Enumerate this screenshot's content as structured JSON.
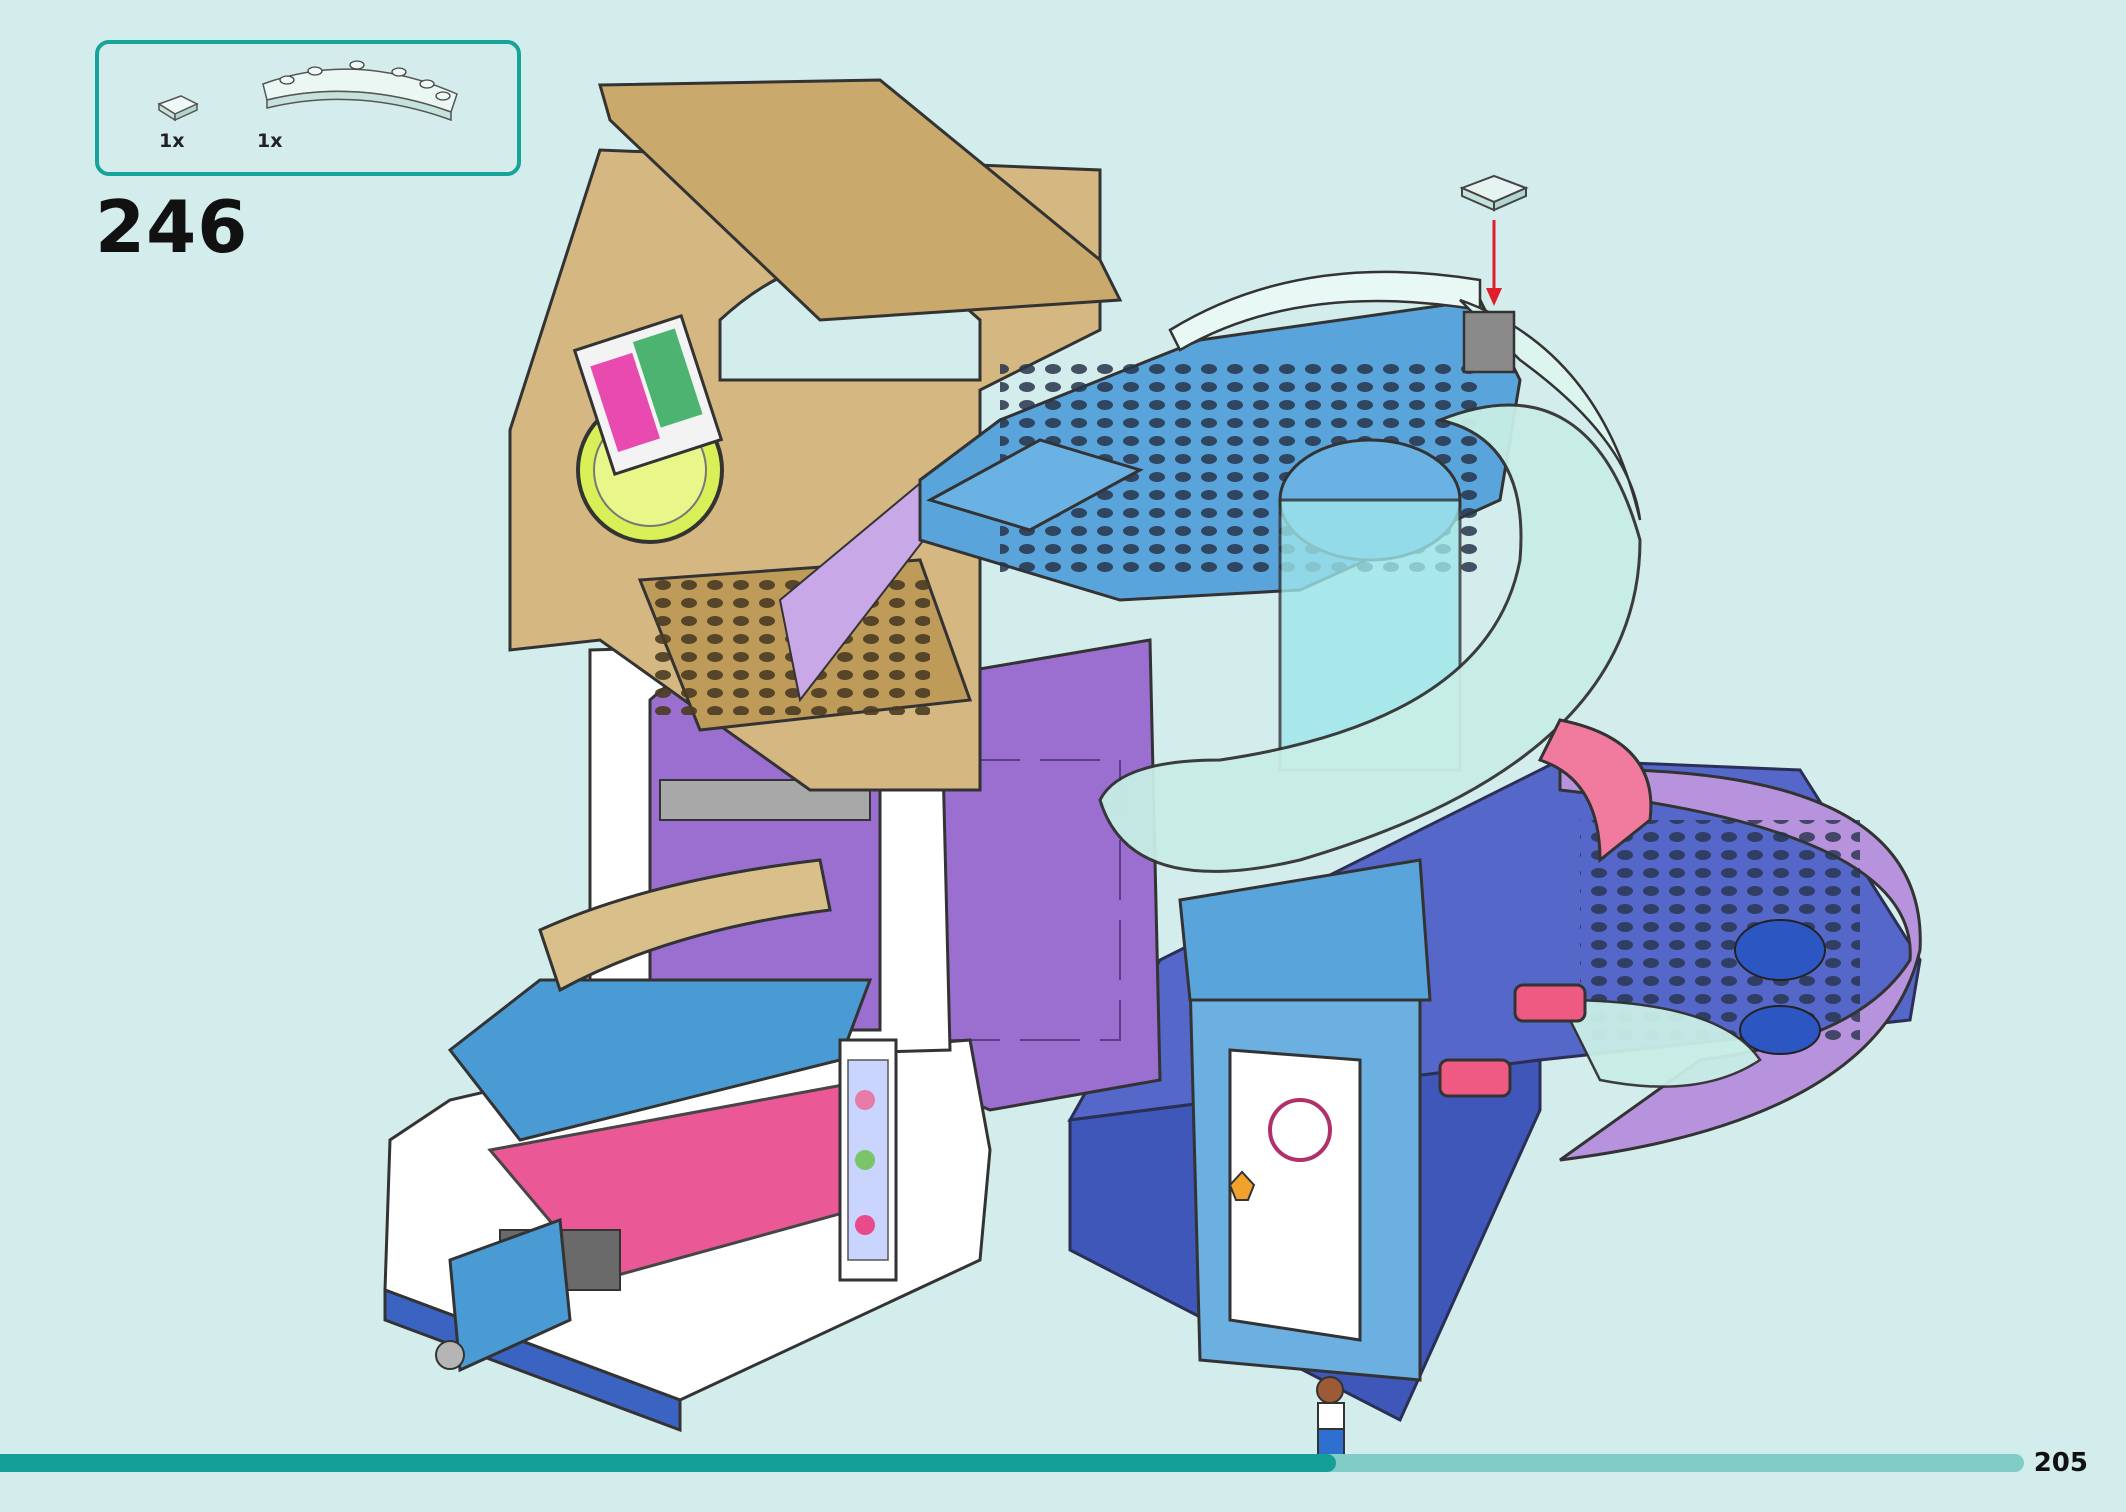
{
  "parts_panel": {
    "items": [
      {
        "quantity": "1x",
        "icon": "tile-1x1-transparent-icon"
      },
      {
        "quantity": "1x",
        "icon": "curved-arch-plate-transparent-icon"
      }
    ]
  },
  "step": {
    "number": "246"
  },
  "page": {
    "number": "205"
  },
  "progress": {
    "fraction": 0.66
  },
  "colors": {
    "accent": "#15a39a",
    "progress_fill": "#14a099",
    "progress_track": "#80cdc8",
    "background": "#d3ecec"
  },
  "illustration": {
    "icon": "lego-pool-build-illustration"
  }
}
